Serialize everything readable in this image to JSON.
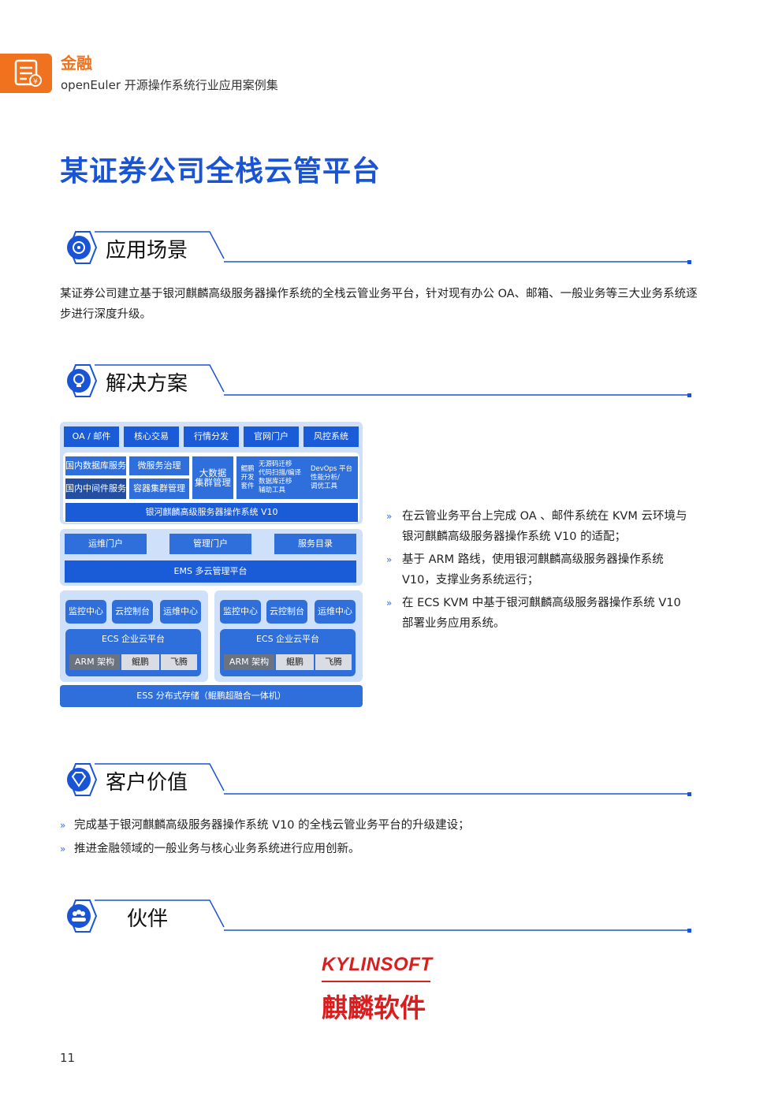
{
  "header": {
    "category": "金融",
    "subtitle": "openEuler 开源操作系统行业应用案例集"
  },
  "page_title": "某证券公司全栈云管平台",
  "sections": {
    "scenario": {
      "heading": "应用场景",
      "text": "某证券公司建立基于银河麒麟高级服务器操作系统的全栈云管业务平台，针对现有办公 OA、邮箱、一般业务等三大业务系统逐步进行深度升级。"
    },
    "solution": {
      "heading": "解决方案",
      "bullets": [
        "在云管业务平台上完成 OA 、邮件系统在 KVM 云环境与银河麒麟高级服务器操作系统 V10 的适配；",
        "基于 ARM 路线，使用银河麒麟高级服务器操作系统 V10，支撑业务系统运行；",
        "在 ECS KVM 中基于银河麒麟高级服务器操作系统 V10 部署业务应用系统。"
      ]
    },
    "value": {
      "heading": "客户价值",
      "bullets": [
        "完成基于银河麒麟高级服务器操作系统 V10 的全栈云管业务平台的升级建设；",
        "推进金融领域的一般业务与核心业务系统进行应用创新。"
      ]
    },
    "partner": {
      "heading": "伙伴",
      "logo_text_en": "KYLINSOFT",
      "logo_text_cn": "麒麟软件"
    }
  },
  "diagram": {
    "apps": [
      "OA / 邮件",
      "核心交易",
      "行情分发",
      "官网门户",
      "风控系统"
    ],
    "svc_left": [
      "国内数据库服务",
      "国内中间件服务"
    ],
    "svc_mid": [
      "微服务治理",
      "容器集群管理"
    ],
    "bigdata": "大数据\n集群管理",
    "kunpeng_suite": "鲲鹏\n开发\n套件",
    "tools_left": "无源码迁移\n代码扫描/编译\n数据库迁移\n辅助工具",
    "tools_right": "DevOps 平台\n性能分析/\n调优工具",
    "os_bar": "银河麒麟高级服务器操作系统 V10",
    "portals": [
      "运维门户",
      "管理门户",
      "服务目录"
    ],
    "ems": "EMS 多云管理平台",
    "cluster": {
      "centers": [
        "监控中心",
        "云控制台",
        "运维中心"
      ],
      "ecs": "ECS 企业云平台",
      "hw": [
        "ARM 架构",
        "鲲鹏",
        "飞腾"
      ]
    },
    "ess": "ESS 分布式存储（鲲鹏超融合一体机）"
  },
  "page_number": "11",
  "colors": {
    "accent_orange": "#f0721f",
    "brand_blue": "#1a54d6"
  }
}
